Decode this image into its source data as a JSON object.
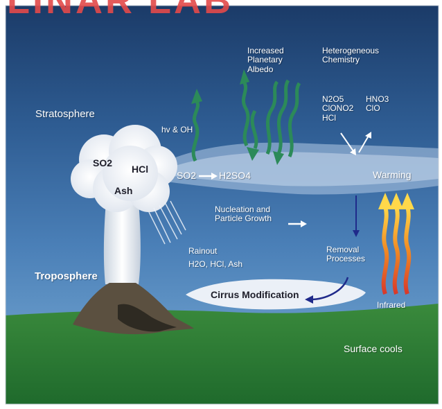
{
  "layers": {
    "stratosphere": "Stratosphere",
    "troposphere": "Troposphere"
  },
  "volcano_cloud": {
    "so2": "SO2",
    "hcl": "HCl",
    "ash": "Ash"
  },
  "processes": {
    "hv_oh": "hv & OH",
    "albedo": "Increased\nPlanetary\nAlbedo",
    "het_chem": "Heterogeneous\nChemistry",
    "het_reactants": "N2O5\nClONO2\nHCl",
    "het_products": "HNO3\nClO",
    "reaction_left": "SO2",
    "reaction_right": "H2SO4",
    "warming": "Warming",
    "nucleation": "Nucleation and\nParticle Growth",
    "rainout": "Rainout",
    "rainout_species": "H2O, HCl, Ash",
    "removal": "Removal\nProcesses",
    "cirrus": "Cirrus Modification",
    "infrared": "Infrared",
    "surface": "Surface cools"
  },
  "colors": {
    "sky_top": "#1d3f70",
    "sky_mid": "#3c6ea6",
    "sky_low": "#5f93c4",
    "ground": "#2b7a36",
    "cloud": "#f1f3f7",
    "radiation_arrow": "#2c8a59",
    "infrared_arrow": "#f0a020"
  },
  "header_fragment": "LINAR LAB"
}
